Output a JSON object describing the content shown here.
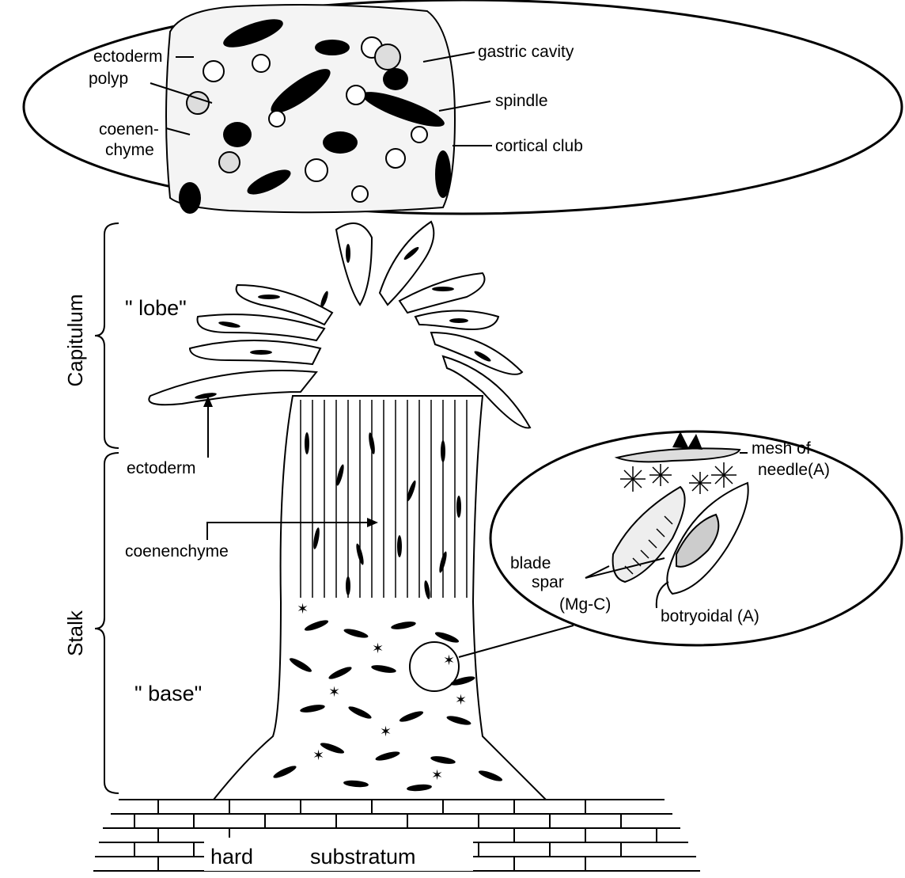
{
  "top_inset": {
    "left_labels": [
      "ectoderm",
      "polyp",
      "coenen-",
      "chyme"
    ],
    "right_labels": [
      "gastric cavity",
      "spindle",
      "cortical club"
    ]
  },
  "main": {
    "lobe_label": "\" lobe\"",
    "base_label": "\" base\"",
    "ectoderm_label": "ectoderm",
    "coenenchyme_label": "coenenchyme",
    "substrate_word1": "hard",
    "substrate_word2": "substratum"
  },
  "axis": {
    "capitulum": "Capitulum",
    "stalk": "Stalk"
  },
  "right_inset": {
    "mesh_line1": "mesh of",
    "mesh_line2": "needle(A)",
    "blade_line1": "blade",
    "blade_line2": "spar",
    "blade_line3": "(Mg-C)",
    "botryoidal": "botryoidal (A)"
  }
}
